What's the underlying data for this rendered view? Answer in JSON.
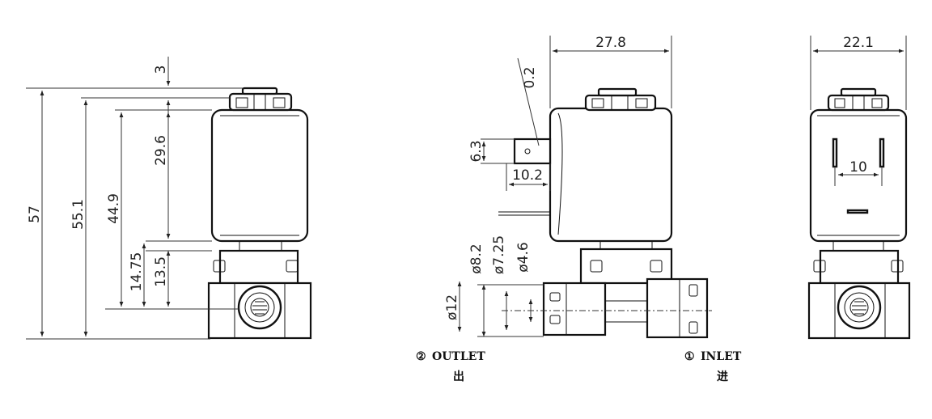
{
  "dimensions": {
    "left": {
      "d57": "57",
      "d55_1": "55.1",
      "d44_9": "44.9",
      "d29_6": "29.6",
      "d3": "3",
      "d14_75": "14.75",
      "d13_5": "13.5"
    },
    "middle": {
      "d27_8": "27.8",
      "d0_2": "0.2",
      "d6_3": "6.3",
      "d10_2": "10.2",
      "d8_2": "ø8.2",
      "d7_25": "ø7.25",
      "d4_6": "ø4.6",
      "d12": "ø12"
    },
    "right": {
      "d22_1": "22.1",
      "d10": "10"
    }
  },
  "ports": {
    "outlet": {
      "number": "②",
      "label": "OUTLET",
      "chinese": "出"
    },
    "inlet": {
      "number": "①",
      "label": "INLET",
      "chinese": "进"
    }
  }
}
